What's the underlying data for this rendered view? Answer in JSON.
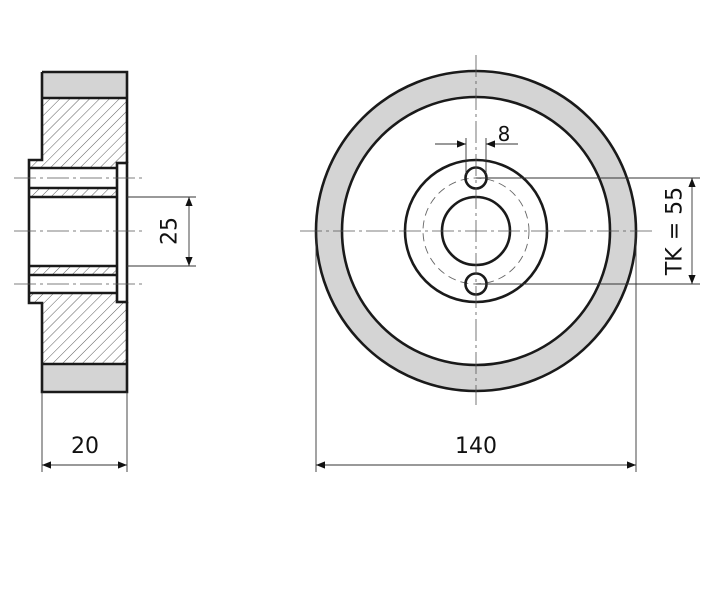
{
  "drawing": {
    "title": "Wheel technical drawing",
    "colors": {
      "tread": "#d4d4d4",
      "line": "#1a1a1a",
      "background": "#ffffff"
    },
    "dimensions": {
      "width": "20",
      "bore": "25",
      "hole_diameter": "8",
      "bolt_circle": "TK = 55",
      "outer_diameter": "140"
    }
  }
}
